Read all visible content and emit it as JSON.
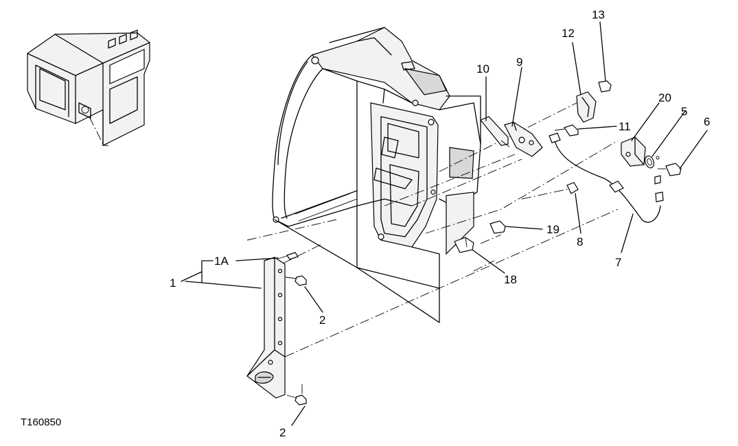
{
  "figure_id": "T160850",
  "callouts": [
    {
      "id": "c1",
      "text": "1"
    },
    {
      "id": "c1a",
      "text": "1A"
    },
    {
      "id": "c2a",
      "text": "2"
    },
    {
      "id": "c2b",
      "text": "2"
    },
    {
      "id": "c5",
      "text": "5"
    },
    {
      "id": "c6",
      "text": "6"
    },
    {
      "id": "c7",
      "text": "7"
    },
    {
      "id": "c8",
      "text": "8"
    },
    {
      "id": "c9",
      "text": "9"
    },
    {
      "id": "c10",
      "text": "10"
    },
    {
      "id": "c11",
      "text": "11"
    },
    {
      "id": "c12",
      "text": "12"
    },
    {
      "id": "c13",
      "text": "13"
    },
    {
      "id": "c18",
      "text": "18"
    },
    {
      "id": "c19",
      "text": "19"
    },
    {
      "id": "c20",
      "text": "20"
    }
  ]
}
